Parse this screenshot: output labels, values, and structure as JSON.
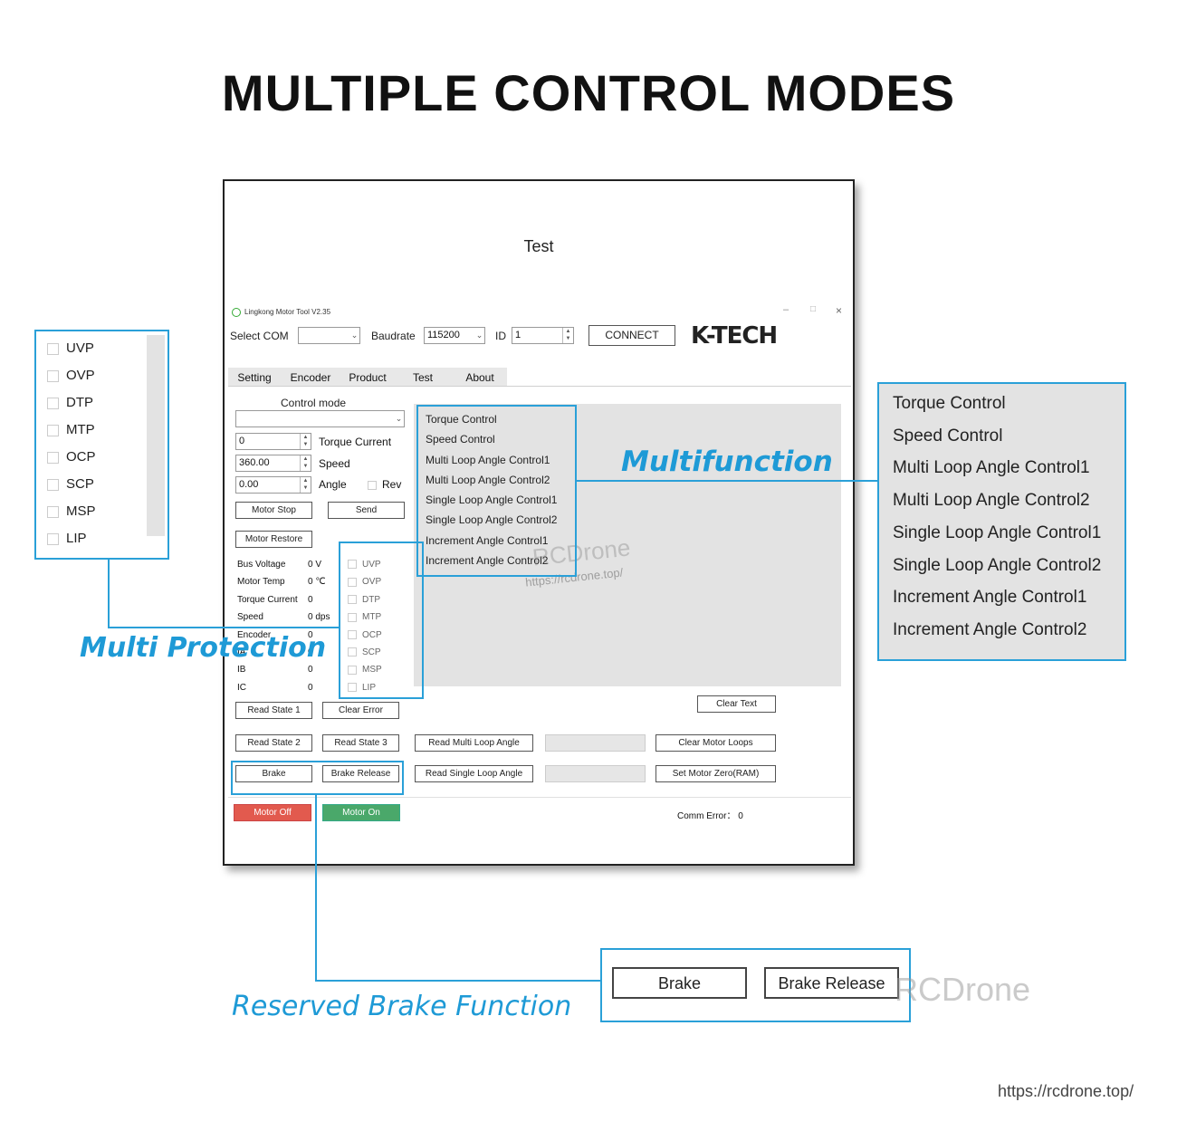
{
  "heading": "MULTIPLE CONTROL MODES",
  "window": {
    "header_title": "Test",
    "app_title": "Lingkong  Motor  Tool  V2.35",
    "select_com_label": "Select COM",
    "baudrate_label": "Baudrate",
    "baudrate_value": "115200",
    "id_label": "ID",
    "id_value": "1",
    "connect_label": "CONNECT",
    "logo": "K-TECH",
    "tabs": [
      "Setting",
      "Encoder",
      "Product",
      "Test",
      "About"
    ],
    "control_mode_label": "Control mode",
    "inputs": [
      {
        "value": "0",
        "label": "Torque Current"
      },
      {
        "value": "360.00",
        "label": "Speed"
      },
      {
        "value": "0.00",
        "label": "Angle"
      }
    ],
    "rev_label": "Rev",
    "motor_stop": "Motor Stop",
    "send": "Send",
    "motor_restore": "Motor Restore",
    "status": [
      {
        "label": "Bus Voltage",
        "value": "0 V"
      },
      {
        "label": "Motor Temp",
        "value": "0 ℃"
      },
      {
        "label": "Torque Current",
        "value": "0"
      },
      {
        "label": "Speed",
        "value": "0 dps"
      },
      {
        "label": "Encoder",
        "value": "0"
      },
      {
        "label": "IA",
        "value": "0"
      },
      {
        "label": "IB",
        "value": "0"
      },
      {
        "label": "IC",
        "value": "0"
      }
    ],
    "protections": [
      "UVP",
      "OVP",
      "DTP",
      "MTP",
      "OCP",
      "SCP",
      "MSP",
      "LIP"
    ],
    "modes": [
      "Torque Control",
      "Speed Control",
      "Multi Loop Angle Control1",
      "Multi Loop Angle Control2",
      "Single Loop Angle Control1",
      "Single Loop Angle Control2",
      "Increment Angle Control1",
      "Increment Angle Control2"
    ],
    "clear_text": "Clear Text",
    "read_state_1": "Read State 1",
    "clear_error": "Clear Error",
    "read_state_2": "Read State 2",
    "read_state_3": "Read State 3",
    "read_multi_loop": "Read Multi Loop Angle",
    "clear_motor_loops": "Clear Motor Loops",
    "brake": "Brake",
    "brake_release": "Brake Release",
    "read_single_loop": "Read Single Loop Angle",
    "set_motor_zero": "Set Motor Zero(RAM)",
    "motor_off": "Motor Off",
    "motor_on": "Motor On",
    "comm_error_label": "Comm Error：",
    "comm_error_value": "0",
    "watermark_name": "RCDrone",
    "watermark_url": "https://rcdrone.top/"
  },
  "callouts": {
    "multifunction": "Multifunction",
    "multi_protection": "Multi Protection",
    "reserved_brake": "Reserved Brake Function",
    "brake": "Brake",
    "brake_release": "Brake Release"
  },
  "footer": {
    "watermark": "RCDrone",
    "url": "https://rcdrone.top/"
  },
  "colors": {
    "accent": "#2aa0d8",
    "motor_off": "#e25a4e",
    "motor_on": "#4aa86a"
  }
}
